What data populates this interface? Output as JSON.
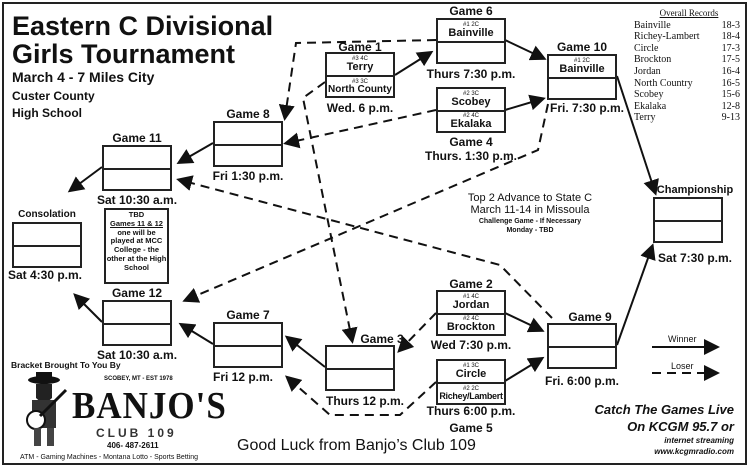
{
  "header": {
    "title1": "Eastern C Divisional",
    "title2": "Girls Tournament",
    "dates": "March 4 - 7  Miles City",
    "venue1": "Custer County",
    "venue2": "High School"
  },
  "records": {
    "heading": "Overall Records",
    "rows": [
      {
        "team": "Bainville",
        "record": "18-3"
      },
      {
        "team": "Richey-Lambert",
        "record": "18-4"
      },
      {
        "team": "Circle",
        "record": "17-3"
      },
      {
        "team": "Brockton",
        "record": "17-5"
      },
      {
        "team": "Jordan",
        "record": "16-4"
      },
      {
        "team": "North Country",
        "record": "16-5"
      },
      {
        "team": "Scobey",
        "record": "15-6"
      },
      {
        "team": "Ekalaka",
        "record": "12-8"
      },
      {
        "team": "Terry",
        "record": "9-13"
      }
    ]
  },
  "games": {
    "g1": {
      "label": "Game 1",
      "time": "Wed. 6 p.m.",
      "top_seed": "#3 4C",
      "top": "Terry",
      "bot_seed": "#3 3C",
      "bot": "North County"
    },
    "g2": {
      "label": "Game 2",
      "time": "Wed 7:30 p.m.",
      "top_seed": "#1 4C",
      "top": "Jordan",
      "bot_seed": "#2 4C",
      "bot": "Brockton"
    },
    "g3": {
      "label": "Game 3",
      "time": "Thurs 12 p.m."
    },
    "g4": {
      "label": "Game 4",
      "time": "Thurs. 1:30 p.m.",
      "top_seed": "#2 3C",
      "top": "Scobey",
      "bot_seed": "#2 4C",
      "bot": "Ekalaka"
    },
    "g5": {
      "label": "Game 5",
      "time": "Thurs 6:00 p.m.",
      "top_seed": "#1 3C",
      "top": "Circle",
      "bot_seed": "#2 2C",
      "bot": "Richey/Lambert"
    },
    "g6": {
      "label": "Game 6",
      "time": "Thurs 7:30 p.m.",
      "top_seed": "#1 2C",
      "top": "Bainville"
    },
    "g7": {
      "label": "Game 7",
      "time": "Fri 12 p.m."
    },
    "g8": {
      "label": "Game 8",
      "time": "Fri 1:30 p.m."
    },
    "g9": {
      "label": "Game 9",
      "time": "Fri. 6:00 p.m."
    },
    "g10": {
      "label": "Game 10",
      "time": "Fri. 7:30 p.m.",
      "top_seed": "#1 2C",
      "top": "Bainville"
    },
    "g11": {
      "label": "Game 11",
      "time": "Sat 10:30 a.m."
    },
    "g12": {
      "label": "Game 12",
      "time": "Sat 10:30 a.m."
    },
    "cons": {
      "label": "Consolation",
      "time": "Sat 4:30 p.m."
    },
    "champ": {
      "label": "Championship",
      "time": "Sat 7:30 p.m."
    }
  },
  "tbd": {
    "l1": "TBD",
    "l2": "Games 11 & 12",
    "l3": "one will be played at MCC College - the other at the High School"
  },
  "state": {
    "l1": "Top 2 Advance to State C",
    "l2": "March 11-14 in Missoula",
    "l3": "Challenge Game - If Necessary",
    "l4": "Monday - TBD"
  },
  "legend": {
    "winner": "Winner",
    "loser": "Loser"
  },
  "sponsor": {
    "intro": "Bracket Brought To You By",
    "tag": "SCOBEY, MT - EST 1978",
    "name": "BANJO'S",
    "club": "CLUB 109",
    "phone": "406- 487-2611",
    "services": "ATM - Gaming Machines - Montana Lotto -  Sports Betting"
  },
  "goodluck": "Good Luck from Banjo’s Club 109",
  "radio": {
    "l1": "Catch The Games Live",
    "l2": "On KCGM 95.7 or",
    "l3": "internet streaming",
    "l4": "www.kcgmradio.com"
  }
}
